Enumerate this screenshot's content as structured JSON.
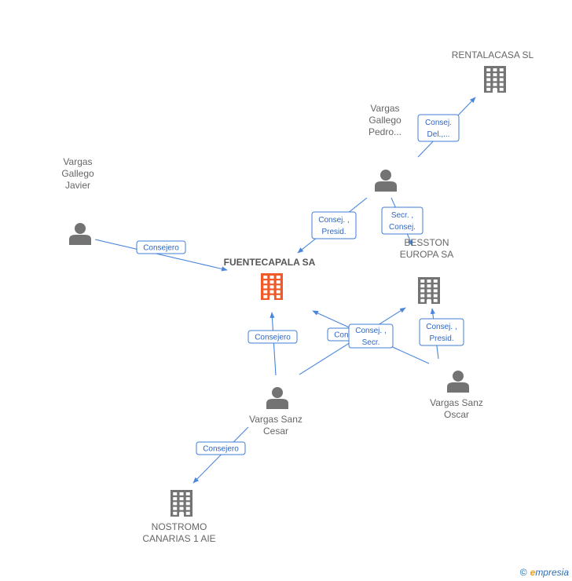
{
  "nodes": [
    {
      "id": "fuentecapala",
      "type": "company",
      "label_lines": [
        "FUENTECAPALA SA"
      ],
      "highlight": true
    },
    {
      "id": "rentalacasa",
      "type": "company",
      "label_lines": [
        "RENTALACASA SL"
      ]
    },
    {
      "id": "besston",
      "type": "company",
      "label_lines": [
        "BESSTON",
        "EUROPA SA"
      ]
    },
    {
      "id": "nostromo",
      "type": "company",
      "label_lines": [
        "NOSTROMO",
        "CANARIAS 1 AIE"
      ]
    },
    {
      "id": "vg_pedro",
      "type": "person",
      "label_lines": [
        "Vargas",
        "Gallego",
        "Pedro..."
      ]
    },
    {
      "id": "vg_javier",
      "type": "person",
      "label_lines": [
        "Vargas",
        "Gallego",
        "Javier"
      ]
    },
    {
      "id": "vs_cesar",
      "type": "person",
      "label_lines": [
        "Vargas Sanz",
        "Cesar"
      ]
    },
    {
      "id": "vs_oscar",
      "type": "person",
      "label_lines": [
        "Vargas Sanz",
        "Oscar"
      ]
    }
  ],
  "edges": [
    {
      "from": "vg_pedro",
      "to": "rentalacasa",
      "label_lines": [
        "Consej.",
        "Del.,..."
      ]
    },
    {
      "from": "vg_pedro",
      "to": "fuentecapala",
      "label_lines": [
        "Consej. ,",
        "Presid."
      ]
    },
    {
      "from": "vg_pedro",
      "to": "besston",
      "label_lines": [
        "Secr. ,",
        "Consej."
      ]
    },
    {
      "from": "vg_javier",
      "to": "fuentecapala",
      "label_lines": [
        "Consejero"
      ]
    },
    {
      "from": "vs_cesar",
      "to": "fuentecapala",
      "label_lines": [
        "Consejero"
      ]
    },
    {
      "from": "vs_cesar",
      "to": "besston",
      "label_lines": [
        "Consejero"
      ]
    },
    {
      "from": "vs_cesar",
      "to": "nostromo",
      "label_lines": [
        "Consejero"
      ]
    },
    {
      "from": "vs_oscar",
      "to": "besston",
      "label_lines": [
        "Consej. ,",
        "Presid."
      ]
    },
    {
      "from": "vs_oscar",
      "to": "fuentecapala",
      "label_lines": [
        "Consej. ,",
        "Secr."
      ]
    }
  ],
  "colors": {
    "edge": "#4a86de",
    "edge_label_text": "#2d66c3",
    "icon_default": "#737373",
    "icon_highlight": "#f05a28",
    "label_text": "#666666"
  },
  "footer": {
    "copyright_symbol": "©",
    "brand_initial": "e",
    "brand_rest": "mpresia"
  }
}
